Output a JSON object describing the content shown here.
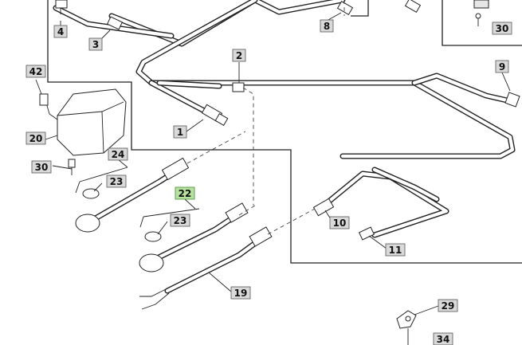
{
  "callouts": [
    {
      "id": "c4",
      "label": "4"
    },
    {
      "id": "c3",
      "label": "3"
    },
    {
      "id": "c8",
      "label": "8"
    },
    {
      "id": "c30a",
      "label": "30"
    },
    {
      "id": "c2",
      "label": "2"
    },
    {
      "id": "c9",
      "label": "9"
    },
    {
      "id": "c42",
      "label": "42"
    },
    {
      "id": "c1",
      "label": "1"
    },
    {
      "id": "c20",
      "label": "20"
    },
    {
      "id": "c24",
      "label": "24"
    },
    {
      "id": "c30b",
      "label": "30"
    },
    {
      "id": "c23a",
      "label": "23"
    },
    {
      "id": "c22",
      "label": "22",
      "highlight": true
    },
    {
      "id": "c23b",
      "label": "23"
    },
    {
      "id": "c10",
      "label": "10"
    },
    {
      "id": "c11",
      "label": "11"
    },
    {
      "id": "c19",
      "label": "19"
    },
    {
      "id": "c29",
      "label": "29"
    },
    {
      "id": "c34",
      "label": "34"
    }
  ],
  "colors": {
    "callout_fill": "#d9d9d9",
    "callout_highlight_fill": "#b7e1a1",
    "line": "#222222"
  }
}
